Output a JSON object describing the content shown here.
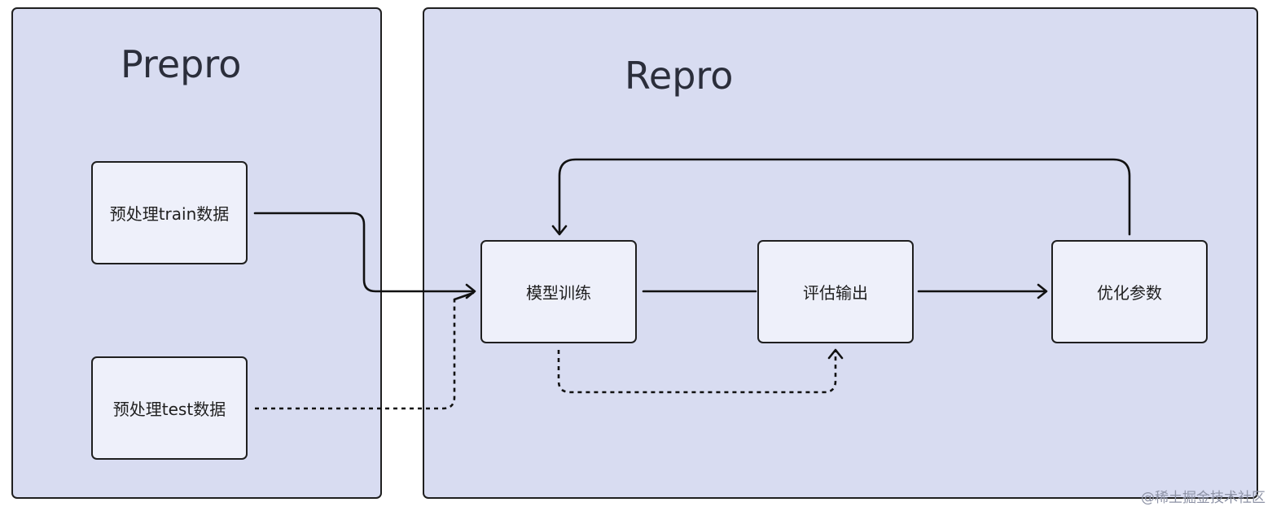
{
  "containers": {
    "prepro": {
      "title": "Prepro"
    },
    "repro": {
      "title": "Repro"
    }
  },
  "nodes": {
    "train": "预处理train数据",
    "test": "预处理test数据",
    "model": "模型训练",
    "evaluate": "评估输出",
    "optimize": "优化参数"
  },
  "edges": [
    {
      "from": "train",
      "to": "model",
      "style": "solid"
    },
    {
      "from": "test",
      "to": "model",
      "style": "dashed"
    },
    {
      "from": "model",
      "to": "evaluate",
      "style": "solid"
    },
    {
      "from": "model",
      "to": "evaluate",
      "style": "dashed"
    },
    {
      "from": "evaluate",
      "to": "optimize",
      "style": "solid"
    },
    {
      "from": "optimize",
      "to": "model",
      "style": "solid"
    }
  ],
  "watermark": "@稀土掘金技术社区",
  "colors": {
    "container_fill": "#d8dcf1",
    "node_fill": "#eef0fa",
    "stroke": "#1f1f1f"
  }
}
